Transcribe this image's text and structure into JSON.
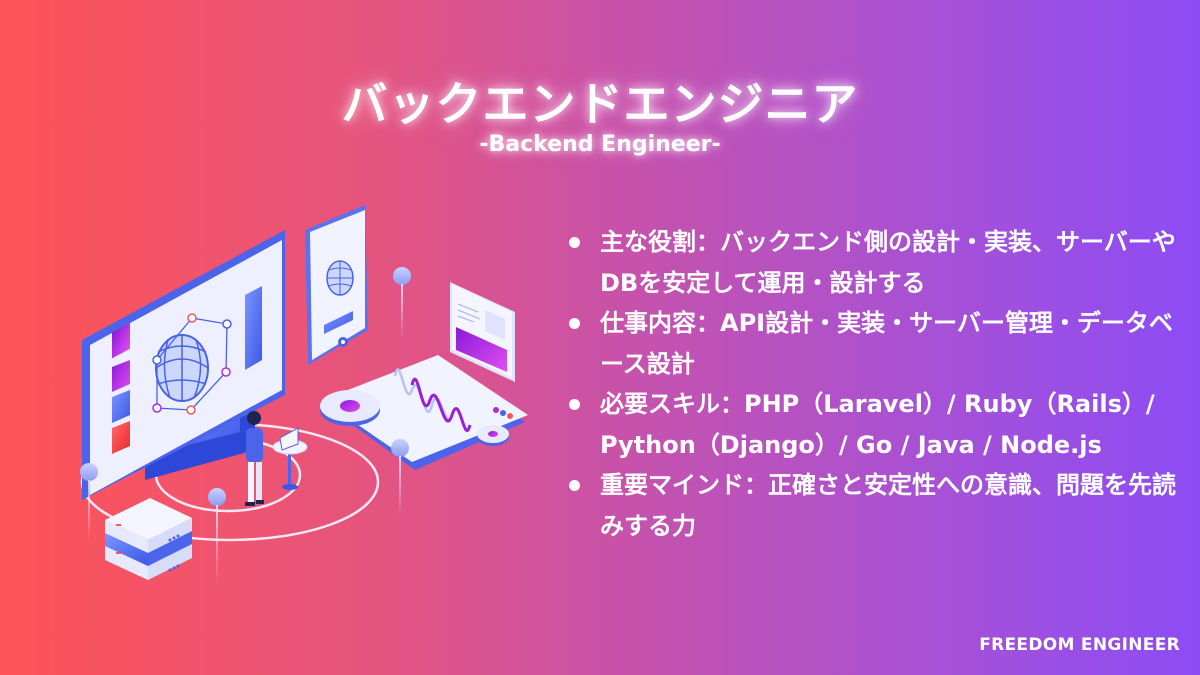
{
  "header": {
    "title": "バックエンドエンジニア",
    "subtitle": "-Backend Engineer-"
  },
  "bullets": [
    {
      "label": "主な役割：バックエンド側の設計・実装、サーバーやDBを安定して運用・設計する"
    },
    {
      "label": "仕事内容：API設計・実装・サーバー管理・データベース設計"
    },
    {
      "label": "必要スキル：PHP（Laravel）/ Ruby（Rails）/ Python（Django）/ Go / Java / Node.js"
    },
    {
      "label": "重要マインド：正確さと安定性への意識、問題を先読みする力"
    }
  ],
  "footer": {
    "brand": "FREEDOM ENGINEER"
  },
  "colors": {
    "gradient_start": "#ff5356",
    "gradient_end": "#8c4cf5",
    "accent_blue": "#4f6ef0",
    "accent_purple": "#a020e0",
    "accent_red": "#f03a3a",
    "text": "#ffffff"
  },
  "illustration": {
    "icons": [
      "monitor-icon",
      "globe-network-icon",
      "smartphone-icon",
      "server-rack-icon",
      "gear-icon",
      "waveform-icon",
      "person-icon",
      "info-card-icon"
    ]
  }
}
